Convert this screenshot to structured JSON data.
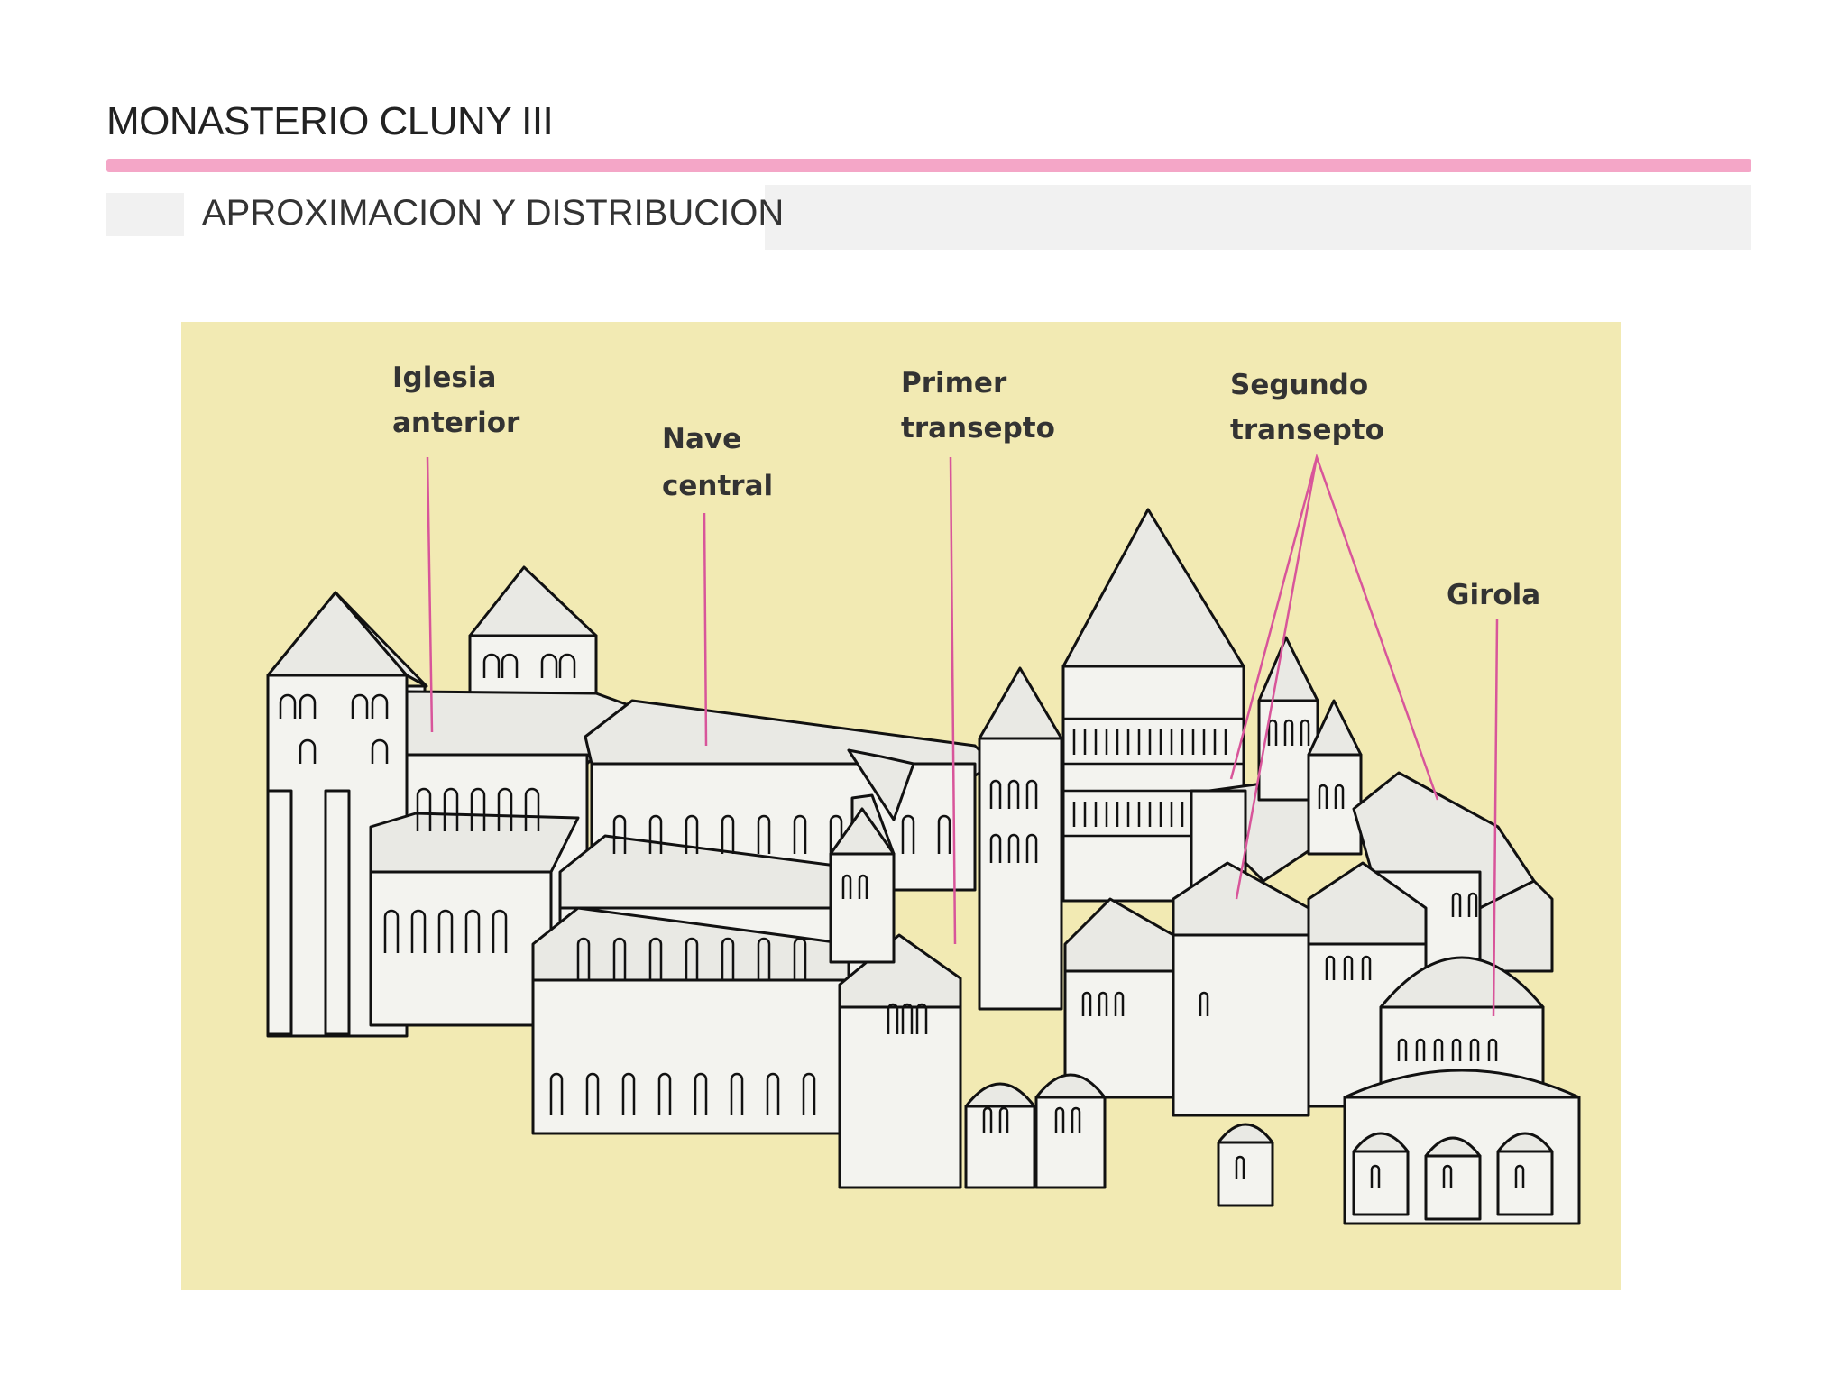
{
  "slide": {
    "title": "MONASTERIO CLUNY III",
    "subtitle": "APROXIMACION Y DISTRIBUCION"
  },
  "diagram": {
    "labels": {
      "iglesia_anterior": [
        "Iglesia",
        "anterior"
      ],
      "nave_central": [
        "Nave",
        "central"
      ],
      "primer_transepto": [
        "Primer",
        "transepto"
      ],
      "segundo_transepto": [
        "Segundo",
        "transepto"
      ],
      "girola": [
        "Girola"
      ]
    },
    "colors": {
      "accent_rule": "#f4a6c7",
      "figure_background": "#f2eab3",
      "leader_lines": "#d8559a"
    }
  }
}
